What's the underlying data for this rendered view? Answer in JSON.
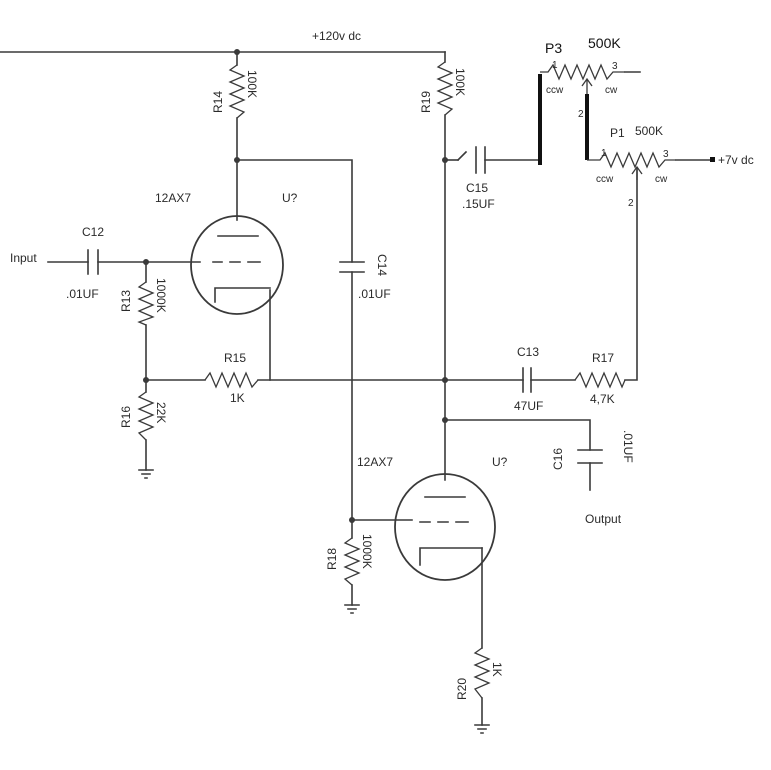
{
  "supply": {
    "hv": "+120v dc",
    "lv": "+7v dc"
  },
  "input": "Input",
  "output": "Output",
  "tubes": {
    "u1": {
      "type": "12AX7",
      "ref": "U?"
    },
    "u2": {
      "type": "12AX7",
      "ref": "U?"
    }
  },
  "resistors": {
    "r13": {
      "ref": "R13",
      "value": "1000K"
    },
    "r14": {
      "ref": "R14",
      "value": "100K"
    },
    "r15": {
      "ref": "R15",
      "value": "1K"
    },
    "r16": {
      "ref": "R16",
      "value": "22K"
    },
    "r17": {
      "ref": "R17",
      "value": "4,7K"
    },
    "r18": {
      "ref": "R18",
      "value": "1000K"
    },
    "r19": {
      "ref": "R19",
      "value": "100K"
    },
    "r20": {
      "ref": "R20",
      "value": "1K"
    }
  },
  "capacitors": {
    "c12": {
      "ref": "C12",
      "value": ".01UF"
    },
    "c13": {
      "ref": "C13",
      "value": "47UF"
    },
    "c14": {
      "ref": "C14",
      "value": ".01UF"
    },
    "c15": {
      "ref": "C15",
      "value": ".15UF"
    },
    "c16": {
      "ref": "C16",
      "value": ".01UF"
    }
  },
  "pots": {
    "p1": {
      "ref": "P1",
      "value": "500K"
    },
    "p3": {
      "ref": "P3",
      "value": "500K"
    }
  },
  "pins": {
    "one": "1",
    "two": "2",
    "three": "3",
    "ccw": "ccw",
    "cw": "cw"
  }
}
